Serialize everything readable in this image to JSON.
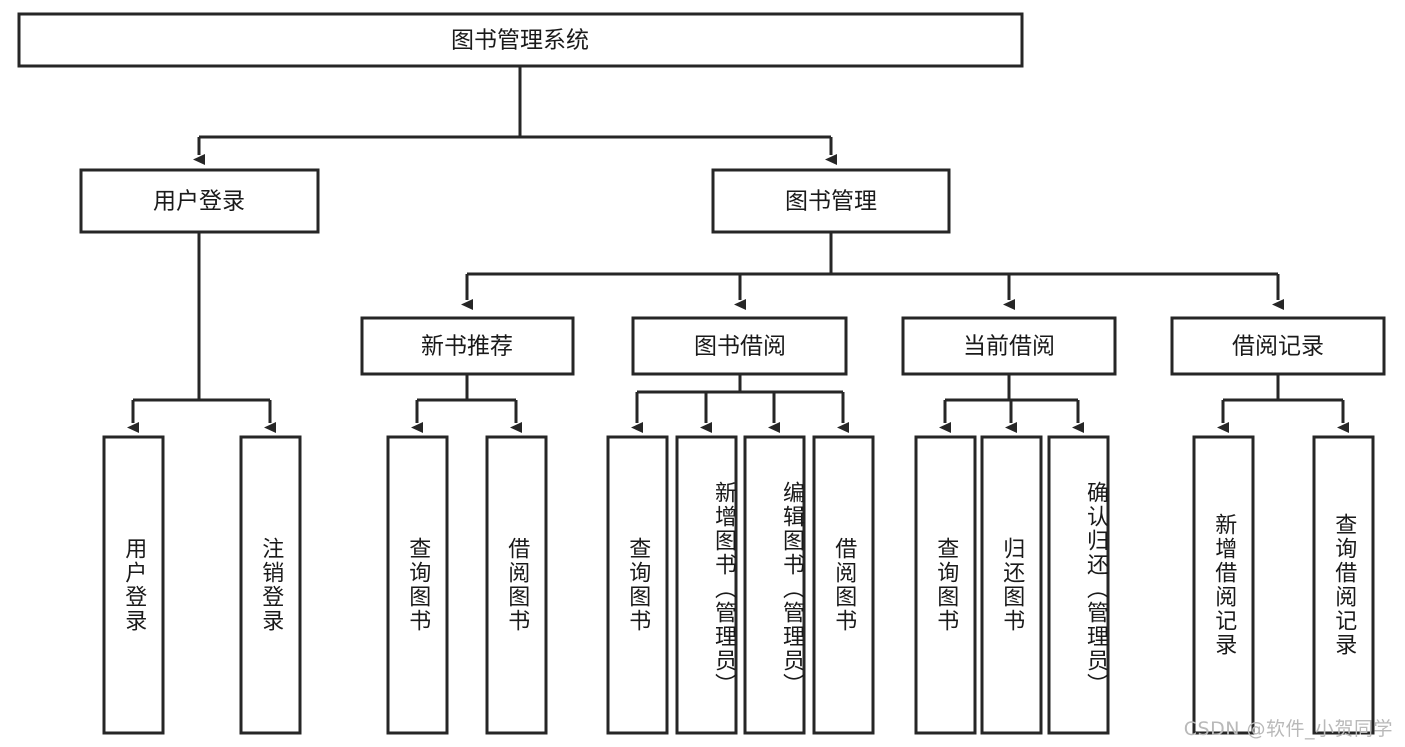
{
  "diagram": {
    "title": "图书管理系统",
    "type": "hierarchy-tree",
    "orientation": "top-down",
    "colors": {
      "box_stroke": "#262626",
      "box_fill": "#ffffff",
      "connector": "#262626",
      "text": "#1a1a1a",
      "background": "#ffffff",
      "watermark": "#b9b9b9"
    },
    "nodes": {
      "root": {
        "label": "图书管理系统",
        "level": 1,
        "orientation": "horizontal"
      },
      "l2": [
        {
          "label": "用户登录",
          "level": 2,
          "orientation": "horizontal"
        },
        {
          "label": "图书管理",
          "level": 2,
          "orientation": "horizontal"
        }
      ],
      "l3": [
        {
          "label": "新书推荐",
          "level": 3,
          "orientation": "horizontal"
        },
        {
          "label": "图书借阅",
          "level": 3,
          "orientation": "horizontal"
        },
        {
          "label": "当前借阅",
          "level": 3,
          "orientation": "horizontal"
        },
        {
          "label": "借阅记录",
          "level": 3,
          "orientation": "horizontal"
        }
      ],
      "leaves": [
        {
          "label": "用户登录",
          "parent": "用户登录",
          "orientation": "vertical"
        },
        {
          "label": "注销登录",
          "parent": "用户登录",
          "orientation": "vertical"
        },
        {
          "label": "查询图书",
          "parent": "新书推荐",
          "orientation": "vertical"
        },
        {
          "label": "借阅图书",
          "parent": "新书推荐",
          "orientation": "vertical"
        },
        {
          "label": "查询图书",
          "parent": "图书借阅",
          "orientation": "vertical"
        },
        {
          "label": "新增图书（管理员）",
          "parent": "图书借阅",
          "orientation": "vertical"
        },
        {
          "label": "编辑图书（管理员）",
          "parent": "图书借阅",
          "orientation": "vertical"
        },
        {
          "label": "借阅图书",
          "parent": "图书借阅",
          "orientation": "vertical"
        },
        {
          "label": "查询图书",
          "parent": "当前借阅",
          "orientation": "vertical"
        },
        {
          "label": "归还图书",
          "parent": "当前借阅",
          "orientation": "vertical"
        },
        {
          "label": "确认归还（管理员）",
          "parent": "当前借阅",
          "orientation": "vertical"
        },
        {
          "label": "新增借阅记录",
          "parent": "借阅记录",
          "orientation": "vertical"
        },
        {
          "label": "查询借阅记录",
          "parent": "借阅记录",
          "orientation": "vertical"
        }
      ]
    }
  },
  "watermark": {
    "text": "CSDN @软件_小贺同学"
  }
}
